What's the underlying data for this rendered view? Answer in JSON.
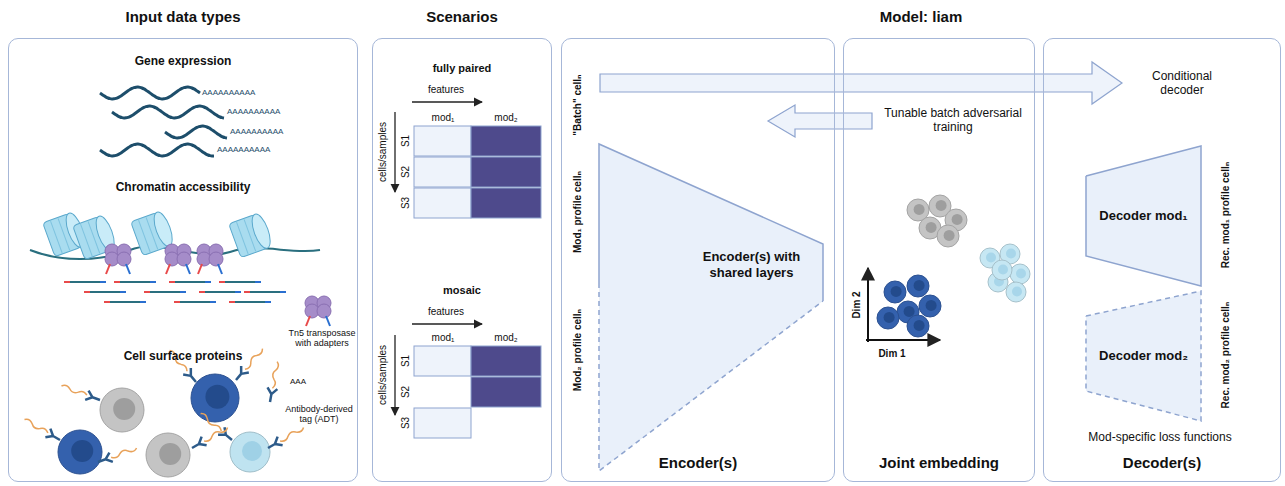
{
  "diagram": {
    "nodes": [
      {
        "text": [
          "Input data types"
        ]
      },
      {
        "text": [
          "Scenarios"
        ]
      },
      {
        "text": [
          "Encoder(s)"
        ]
      },
      {
        "text": [
          "Encoder(s) with shared layers"
        ],
        "in": 2
      },
      {
        "text": [
          "Joint embedding"
        ]
      },
      {
        "text": [
          "Decoder(s)"
        ]
      },
      {
        "text": [
          "Decoder mod₁"
        ],
        "in": 5
      },
      {
        "text": [
          "Decoder mod₂"
        ],
        "in": 5
      }
    ],
    "labels": [
      "Gene expression",
      "AAAAAAAAAA",
      "AAAAAAAAAA",
      "AAAAAAAAAA",
      "AAAAAAAAAA",
      "Chromatin accessibility",
      "Tn5 transposase with adapters",
      "Cell surface proteins",
      "AAA",
      "Antibody-derived tag (ADT)",
      "fully paired",
      "features",
      "mod₁",
      "mod₂",
      "cells/samples",
      "S1",
      "S2",
      "S3",
      "mosaic",
      "features",
      "mod₁",
      "mod₂",
      "cells/samples",
      "S1",
      "S2",
      "S3",
      "Model: liam",
      "\"Batch\" cellₙ",
      "Mod₁ profile cellₙ",
      "Mod₂ profile cellₙ",
      "Conditional decoder",
      "Tunable batch adversarial training",
      "Dim 2",
      "Dim 1",
      "Rec. mod₁ profile cellₙ",
      "Rec. mod₂ profile cellₙ",
      "Mod-specific loss functions"
    ]
  }
}
